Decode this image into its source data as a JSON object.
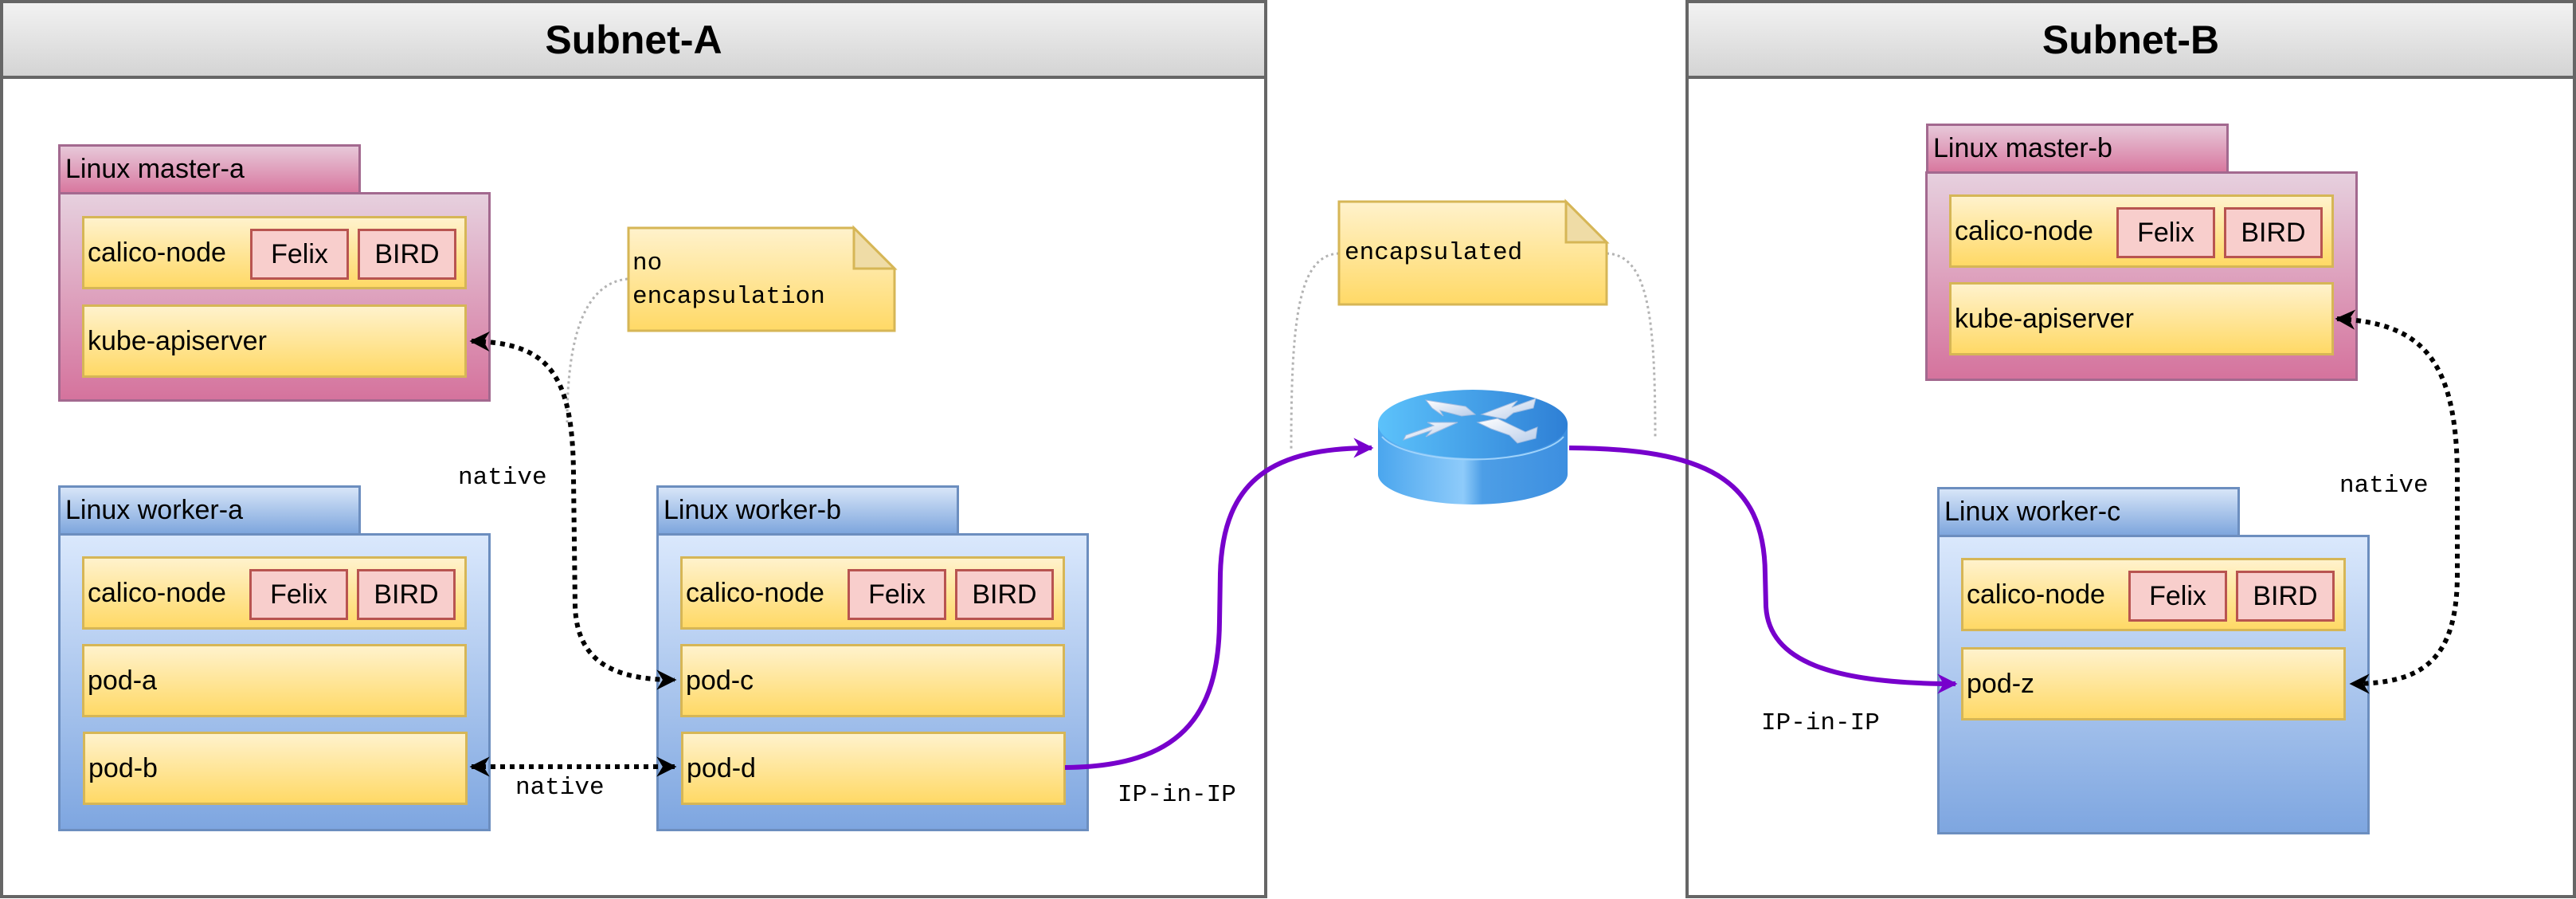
{
  "subnets": [
    {
      "title": "Subnet-A"
    },
    {
      "title": "Subnet-B"
    }
  ],
  "hosts": {
    "master_a": {
      "label": "Linux master-a",
      "rows": [
        "kube-apiserver"
      ]
    },
    "worker_a": {
      "label": "Linux worker-a",
      "rows": [
        "pod-a",
        "pod-b"
      ]
    },
    "worker_b": {
      "label": "Linux worker-b",
      "rows": [
        "pod-c",
        "pod-d"
      ]
    },
    "master_b": {
      "label": "Linux master-b",
      "rows": [
        "kube-apiserver"
      ]
    },
    "worker_c": {
      "label": "Linux worker-c",
      "rows": [
        "pod-z"
      ]
    }
  },
  "calico": {
    "node_label": "calico-node",
    "felix_label": "Felix",
    "bird_label": "BIRD"
  },
  "notes": {
    "no_encap": "no\nencapsulation",
    "encap": "encapsulated"
  },
  "edge_labels": {
    "native_master_a": "native",
    "native_pods": "native",
    "native_master_b": "native",
    "ipip_left": "IP-in-IP",
    "ipip_right": "IP-in-IP"
  },
  "router": {
    "icon": "router-icon"
  },
  "colors": {
    "ipip_edge": "#7700cc",
    "native_edge": "#000000",
    "note_link": "#b3b3b3"
  }
}
